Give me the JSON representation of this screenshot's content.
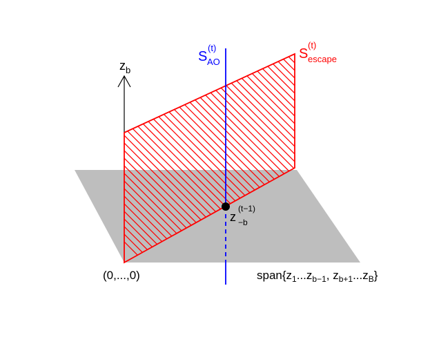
{
  "labels": {
    "axis_zb": {
      "main": "z",
      "sub": "b"
    },
    "ao_line": {
      "main": "S",
      "sup": "(t)",
      "sub": "AO"
    },
    "escape_plane": {
      "main": "S",
      "sup": "(t)",
      "sub": "escape"
    },
    "point": {
      "main": "z",
      "sup": "(t−1)",
      "sub": "−b"
    },
    "origin": "(0,...,0)",
    "span": {
      "prefix": "span{z",
      "s1": "1",
      "mid1": "...z",
      "s2": "b−1",
      "mid2": ", z",
      "s3": "b+1",
      "mid3": "...z",
      "s4": "B",
      "suffix": "}"
    }
  },
  "colors": {
    "plane_fill": "#bebebe",
    "escape": "#ff0000",
    "ao": "#0000ff",
    "axis": "#000000",
    "point": "#000000"
  }
}
